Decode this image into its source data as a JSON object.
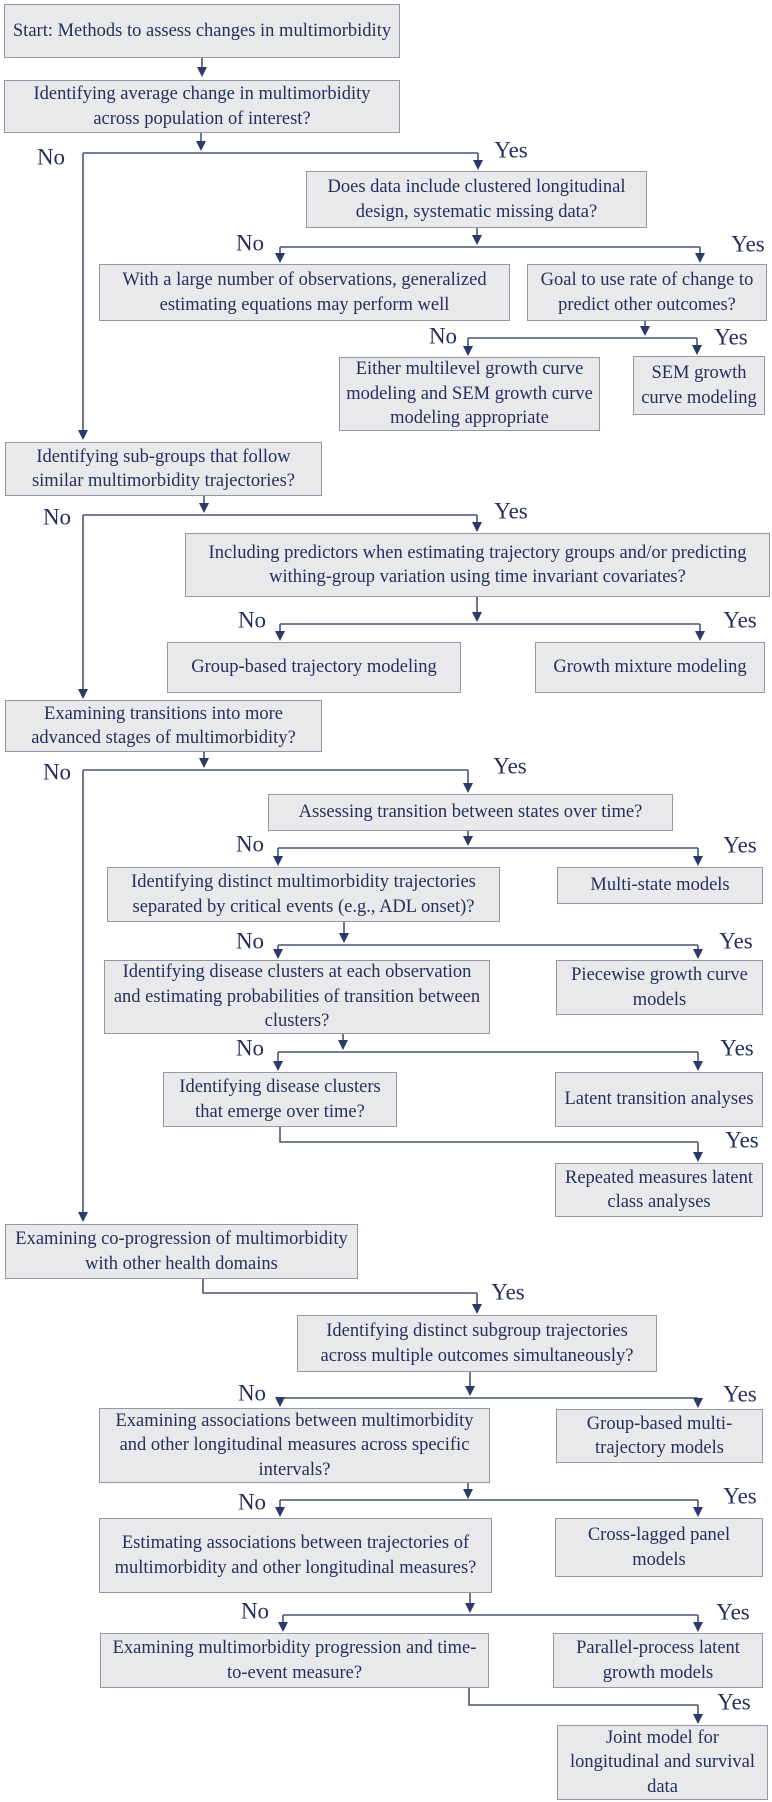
{
  "diagram": {
    "labels": {
      "no": "No",
      "yes": "Yes"
    },
    "colors": {
      "node_fill": "#e9e9eb",
      "node_border": "#9298a8",
      "text": "#232f5e",
      "line": "#4a5574",
      "arrow": "#2b3a66"
    },
    "nodes": {
      "start": "Start: Methods to assess changes in multimorbidity",
      "q_average_change": "Identifying average change in multimorbidity across population of interest?",
      "q_clustered_design": "Does data include clustered longitudinal design, systematic missing data?",
      "gee": "With a large number of observations, generalized estimating equations may perform well",
      "q_rate_of_change": "Goal to use rate of change to predict other outcomes?",
      "multilevel_or_sem": "Either multilevel growth curve modeling and SEM growth curve modeling appropriate",
      "sem_growth": "SEM growth curve modeling",
      "q_subgroups": "Identifying sub-groups that follow similar multimorbidity trajectories?",
      "q_predictors": "Including predictors when estimating trajectory groups and/or predicting withing-group variation using time invariant covariates?",
      "gbtm": "Group-based trajectory modeling",
      "gmm": "Growth mixture modeling",
      "q_transitions": "Examining transitions into more advanced stages of multimorbidity?",
      "q_states_over_time": "Assessing transition between states over time?",
      "q_critical_events": "Identifying distinct multimorbidity trajectories separated by critical events (e.g., ADL onset)?",
      "multistate": "Multi-state models",
      "q_cluster_probabilities": "Identifying disease clusters at each observation and estimating probabilities of transition between clusters?",
      "piecewise": "Piecewise growth curve models",
      "q_clusters_emerge": "Identifying disease clusters that emerge over time?",
      "latent_transition": "Latent transition analyses",
      "repeated_lca": "Repeated measures latent class analyses",
      "q_coprogression": "Examining co-progression of multimorbidity with other health domains",
      "q_multiple_outcomes": "Identifying distinct subgroup trajectories across multiple outcomes simultaneously?",
      "q_assoc_intervals": "Examining associations between multimorbidity and other longitudinal measures across specific intervals?",
      "gb_multitrajectory": "Group-based multi-trajectory models",
      "q_assoc_trajectories": "Estimating associations between trajectories of multimorbidity and other longitudinal measures?",
      "cross_lagged": "Cross-lagged panel models",
      "q_time_to_event": "Examining multimorbidity progression and time-to-event measure?",
      "parallel_process": "Parallel-process latent growth models",
      "joint_model": "Joint model for longitudinal and survival data"
    }
  }
}
